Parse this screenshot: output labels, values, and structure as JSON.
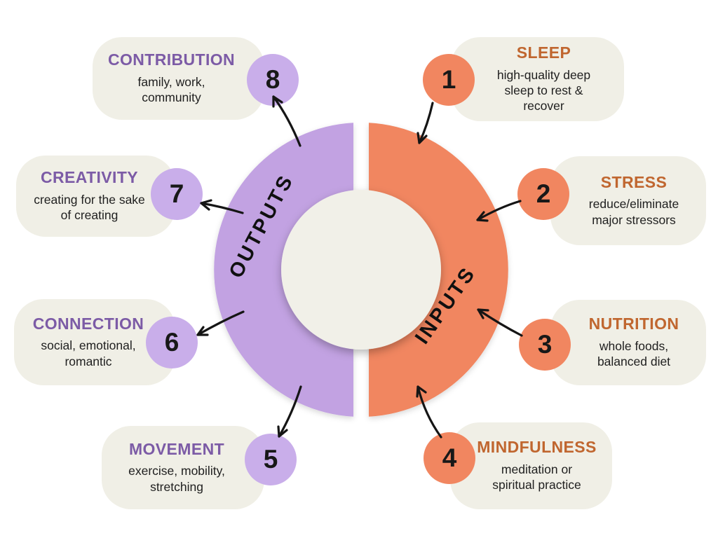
{
  "diagram": {
    "left_label": "OUTPUTS",
    "right_label": "INPUTS"
  },
  "colors": {
    "outputs_ring": "#C2A2E2",
    "inputs_ring": "#F18660",
    "outputs_badge": "#C9AEEA",
    "inputs_badge": "#F18660",
    "outputs_title": "#7C5BA6",
    "inputs_title": "#C0662F",
    "card_background": "#F0EFE6",
    "center_circle": "#F1F0E8",
    "arrow": "#151515",
    "label_text": "#101010"
  },
  "cards": {
    "sleep": {
      "number": "1",
      "title": "SLEEP",
      "description": "high-quality deep\nsleep to rest &\nrecover"
    },
    "stress": {
      "number": "2",
      "title": "STRESS",
      "description": "reduce/eliminate\nmajor stressors"
    },
    "nutrition": {
      "number": "3",
      "title": "NUTRITION",
      "description": "whole foods,\nbalanced diet"
    },
    "mindfulness": {
      "number": "4",
      "title": "MINDFULNESS",
      "description": "meditation or\nspiritual practice"
    },
    "movement": {
      "number": "5",
      "title": "MOVEMENT",
      "description": "exercise, mobility,\nstretching"
    },
    "connection": {
      "number": "6",
      "title": "CONNECTION",
      "description": "social, emotional,\nromantic"
    },
    "creativity": {
      "number": "7",
      "title": "CREATIVITY",
      "description": "creating for the sake\nof creating"
    },
    "contribution": {
      "number": "8",
      "title": "CONTRIBUTION",
      "description": "family, work,\ncommunity"
    }
  }
}
